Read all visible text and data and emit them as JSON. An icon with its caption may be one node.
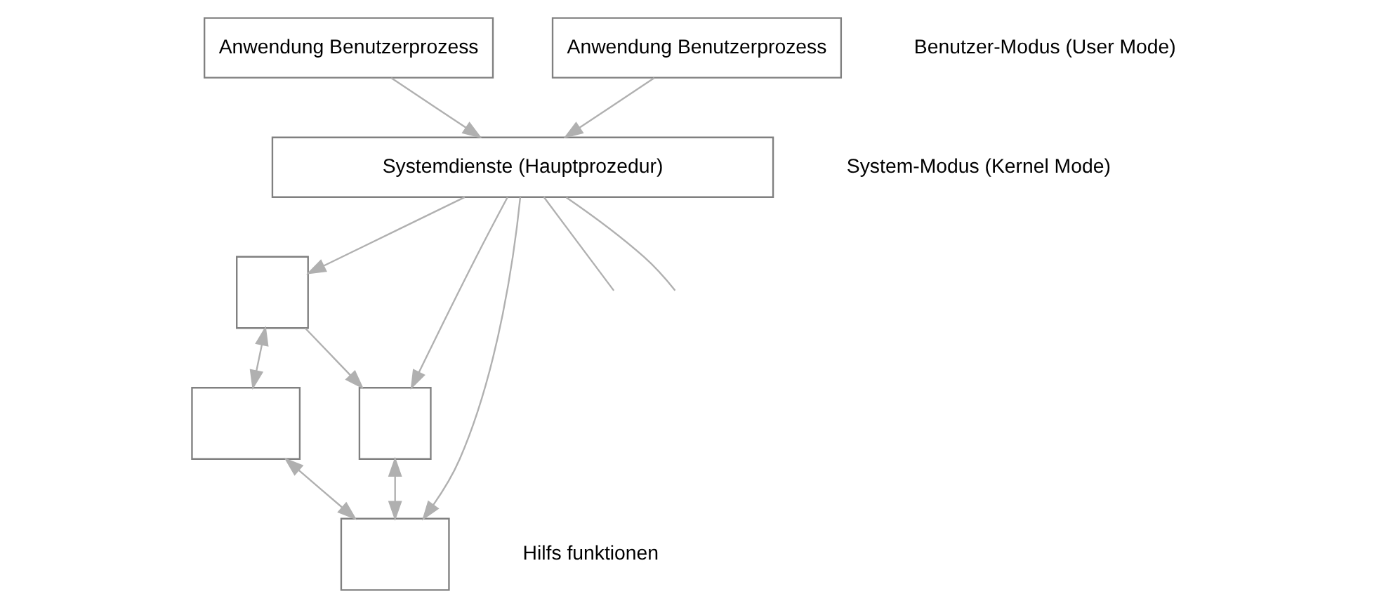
{
  "diagram": {
    "nodes": [
      {
        "text": [
          "Anwendung Benutzerprozess"
        ]
      },
      {
        "text": [
          "Anwendung Benutzerprozess"
        ]
      },
      {
        "text": [
          "Systemdienste (Hauptprozedur)"
        ]
      },
      {
        "text": [],
        "shape": "box"
      },
      {
        "text": [],
        "shape": "box"
      },
      {
        "text": [],
        "shape": "box"
      },
      {
        "text": [],
        "shape": "box"
      }
    ],
    "edges": [
      {
        "from": 0,
        "to": 2,
        "arrow": "to"
      },
      {
        "from": 1,
        "to": 2,
        "arrow": "to"
      },
      {
        "from": 2,
        "to": 5,
        "arrow": "to"
      },
      {
        "from": 2,
        "to": null,
        "arrow": "none"
      },
      {
        "from": 2,
        "to": 3,
        "arrow": "to"
      },
      {
        "from": 2,
        "to": null,
        "arrow": "none"
      },
      {
        "from": 2,
        "to": 4,
        "arrow": "to"
      },
      {
        "from": 5,
        "to": 4,
        "arrow": "both"
      },
      {
        "from": 3,
        "to": 5,
        "arrow": "to"
      },
      {
        "from": 3,
        "to": 6,
        "arrow": "both"
      },
      {
        "from": 6,
        "to": 4,
        "arrow": "both"
      }
    ],
    "labels": [
      "Benutzer-Modus (User Mode)",
      "System-Modus (Kernel Mode)",
      "Hilfs funktionen"
    ]
  }
}
